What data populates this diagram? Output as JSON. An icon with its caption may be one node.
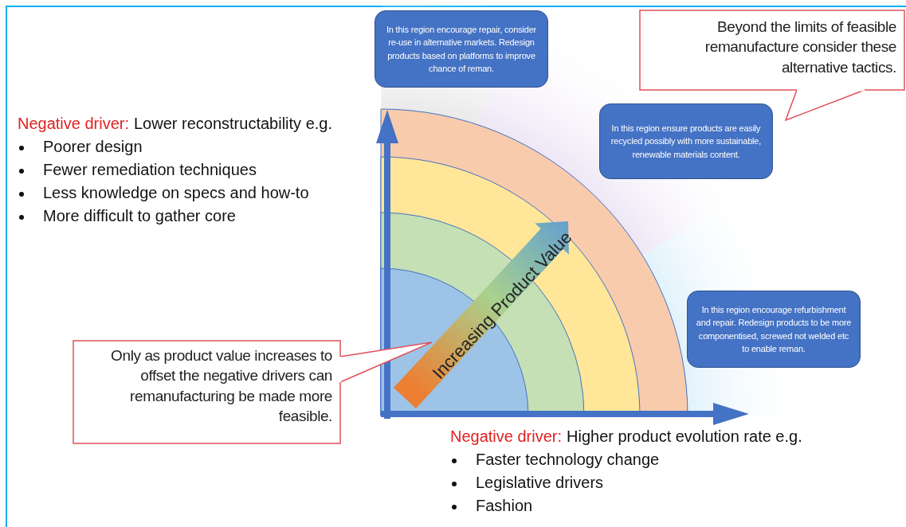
{
  "diagram": {
    "nodes": [
      {
        "text": [
          "In this region encourage repair, consider re-use in alternative markets.  Redesign products based on platforms to improve chance of reman."
        ]
      },
      {
        "text": [
          "Beyond the limits of feasible remanufacture consider these alternative tactics."
        ]
      },
      {
        "text": [
          "In this region ensure products are easily recycled possibly with more sustainable, renewable materials content."
        ]
      },
      {
        "text": [
          "In this region encourage refurbishment and repair. Redesign products to be more componentised, screwed not welded etc to enable reman."
        ]
      },
      {
        "text": [
          "Only as product value increases to offset the negative drivers can remanufacturing be made more feasible."
        ]
      }
    ],
    "edges": [],
    "labels": [
      "Negative driver:",
      "Lower reconstructability e.g.",
      "Poorer design",
      "Fewer remediation techniques",
      "Less knowledge on specs and how-to",
      "More difficult to gather core",
      "Increasing Product Value",
      "Negative driver:",
      "Higher product evolution rate e.g.",
      "Faster technology change",
      "Legislative drivers",
      "Fashion"
    ]
  }
}
